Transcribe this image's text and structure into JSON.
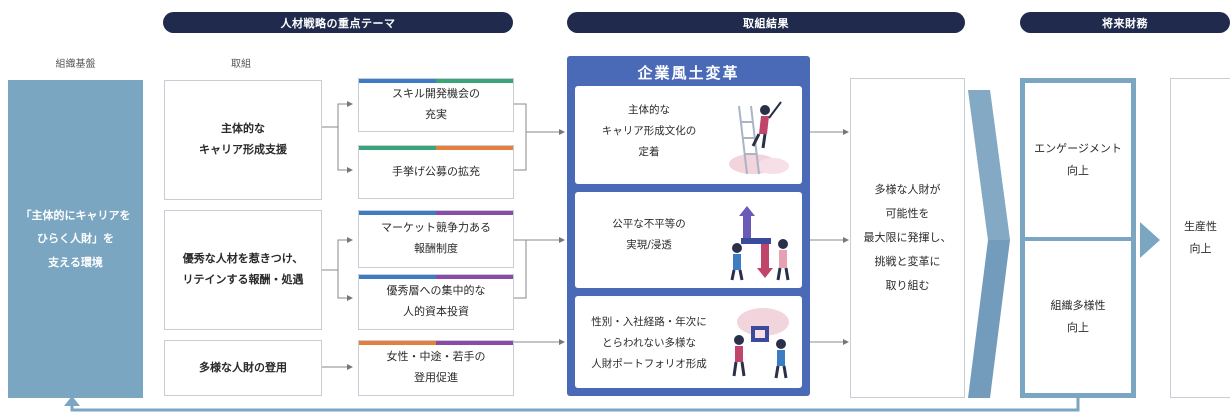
{
  "headers": {
    "strategy_themes": "人材戦略の重点テーマ",
    "results": "取組結果",
    "future_finance": "将来財務"
  },
  "column_labels": {
    "org_base": "組織基盤",
    "initiatives": "取組"
  },
  "base_box": {
    "line1": "「主体的にキャリアを",
    "line2": "ひらく人財」を",
    "line3": "支える環境"
  },
  "themes": [
    {
      "line1": "主体的な",
      "line2": "キャリア形成支援"
    },
    {
      "line1": "優秀な人材を惹きつけ、",
      "line2": "リテインする報酬・処遇"
    },
    {
      "line1": "多様な人財の登用",
      "line2": ""
    }
  ],
  "initiatives": [
    {
      "line1": "スキル開発機会の",
      "line2": "充実"
    },
    {
      "line1": "手挙げ公募の拡充",
      "line2": ""
    },
    {
      "line1": "マーケット競争力ある",
      "line2": "報酬制度"
    },
    {
      "line1": "優秀層への集中的な",
      "line2": "人的資本投資"
    },
    {
      "line1": "女性・中途・若手の",
      "line2": "登用促進"
    }
  ],
  "culture": {
    "title": "企業風土変革",
    "cards": [
      {
        "line1": "主体的な",
        "line2": "キャリア形成文化の",
        "line3": "定着"
      },
      {
        "line1": "公平な不平等の",
        "line2": "実現/浸透",
        "line3": ""
      },
      {
        "line1": "性別・入社経路・年次に",
        "line2": "とらわれない多様な",
        "line3": "人財ポートフォリオ形成"
      }
    ]
  },
  "outcome": {
    "line1": "多様な人財が",
    "line2": "可能性を",
    "line3": "最大限に発揮し、",
    "line4": "挑戦と変革に",
    "line5": "取り組む"
  },
  "future": {
    "engagement": {
      "line1": "エンゲージメント",
      "line2": "向上"
    },
    "diversity": {
      "line1": "組織多様性",
      "line2": "向上"
    },
    "productivity": {
      "line1": "生産性",
      "line2": "向上"
    }
  },
  "colors": {
    "navy": "#1f2a4d",
    "steel": "#7aa6c2",
    "culture_blue": "#4a6ab8",
    "bar_blue": "#3b7cc4",
    "bar_green": "#3aa57a",
    "bar_orange": "#e57f3b",
    "bar_purple": "#8a4aa8"
  }
}
